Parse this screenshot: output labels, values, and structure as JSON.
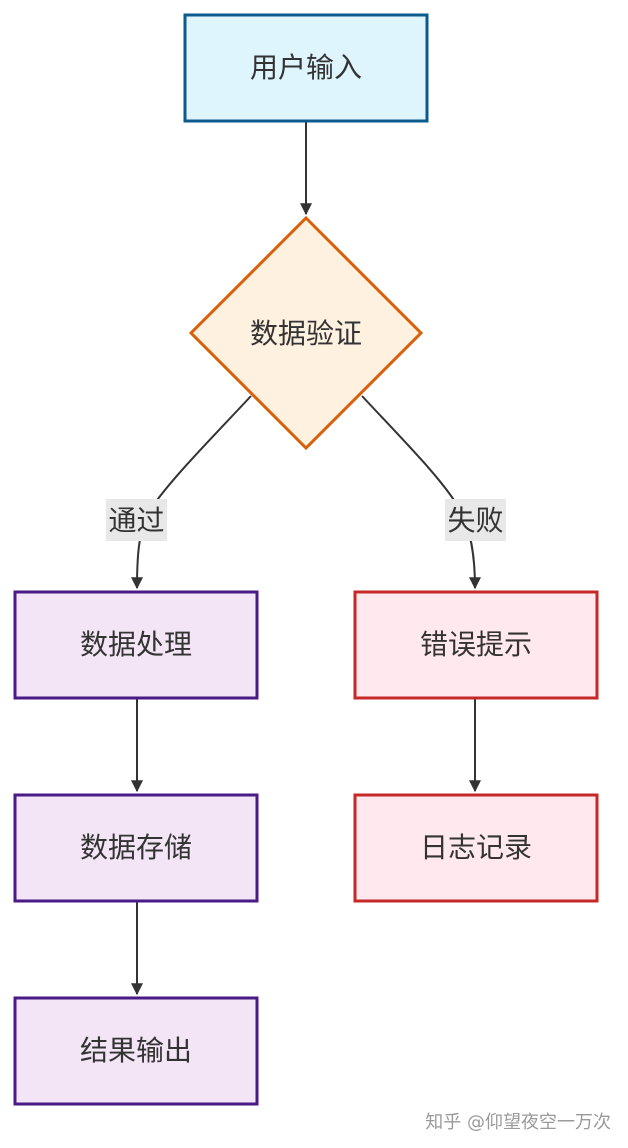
{
  "nodes": {
    "input": {
      "label": "用户输入"
    },
    "validate": {
      "label": "数据验证"
    },
    "process": {
      "label": "数据处理"
    },
    "error": {
      "label": "错误提示"
    },
    "store": {
      "label": "数据存储"
    },
    "log": {
      "label": "日志记录"
    },
    "output": {
      "label": "结果输出"
    }
  },
  "edges": {
    "pass": {
      "label": "通过"
    },
    "fail": {
      "label": "失败"
    }
  },
  "watermark": "知乎 @仰望夜空一万次",
  "colors": {
    "input_fill": "#dff5fd",
    "input_stroke": "#0b5a8c",
    "decision_fill": "#fff1e0",
    "decision_stroke": "#d9600b",
    "process_fill": "#f3e5f5",
    "process_stroke": "#4a1a87",
    "error_fill": "#ffe9ee",
    "error_stroke": "#c62828",
    "edge": "#333333",
    "edge_label_bg": "#e8e8e8"
  }
}
